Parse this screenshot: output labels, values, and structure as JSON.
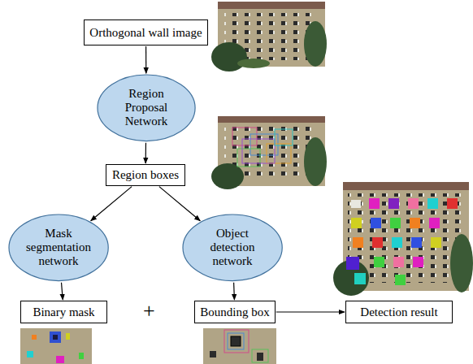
{
  "diagram": {
    "nodes": [
      {
        "text": [
          "Orthogonal wall image"
        ]
      },
      {
        "text": [
          "Region Proposal Network"
        ]
      },
      {
        "text": [
          "Region boxes"
        ]
      },
      {
        "text": [
          "Mask segmentation network"
        ]
      },
      {
        "text": [
          "Object detection network"
        ]
      },
      {
        "text": [
          "Binary mask"
        ]
      },
      {
        "text": [
          "Bounding box"
        ]
      },
      {
        "text": [
          "Detection result"
        ]
      }
    ],
    "edges": [
      {
        "from": 0,
        "to": 1,
        "arrow": "to"
      },
      {
        "from": 1,
        "to": 2,
        "arrow": "to"
      },
      {
        "from": 2,
        "to": 3,
        "arrow": "to"
      },
      {
        "from": 2,
        "to": 4,
        "arrow": "to"
      },
      {
        "from": 3,
        "to": 5,
        "arrow": "to"
      },
      {
        "from": 4,
        "to": 6,
        "arrow": "to"
      },
      {
        "from": 6,
        "to": 7,
        "arrow": "to"
      }
    ],
    "labels": [
      "+"
    ]
  }
}
